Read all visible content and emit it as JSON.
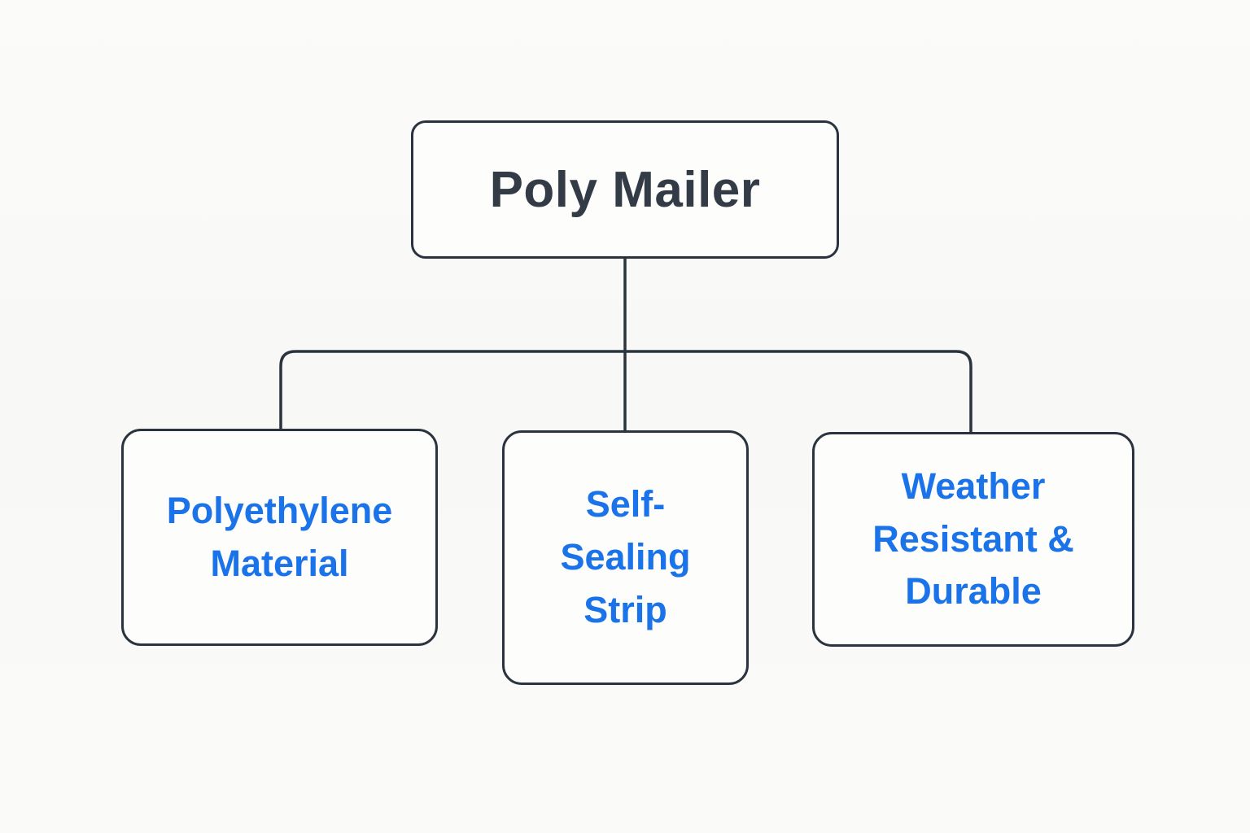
{
  "diagram": {
    "type": "flowchart-tree",
    "root": {
      "label": "Poly Mailer",
      "text_color": "#333b46"
    },
    "children": [
      {
        "label": "Polyethylene\nMaterial",
        "text_color": "#1a73e8"
      },
      {
        "label": "Self-\nSealing\nStrip",
        "text_color": "#1a73e8"
      },
      {
        "label": "Weather\nResistant &\nDurable",
        "text_color": "#1a73e8"
      }
    ],
    "colors": {
      "background": "#f9f9f8",
      "node_fill": "#fdfdfc",
      "border_and_line": "#2b333e",
      "child_text_accent": "#1a73e8"
    }
  }
}
